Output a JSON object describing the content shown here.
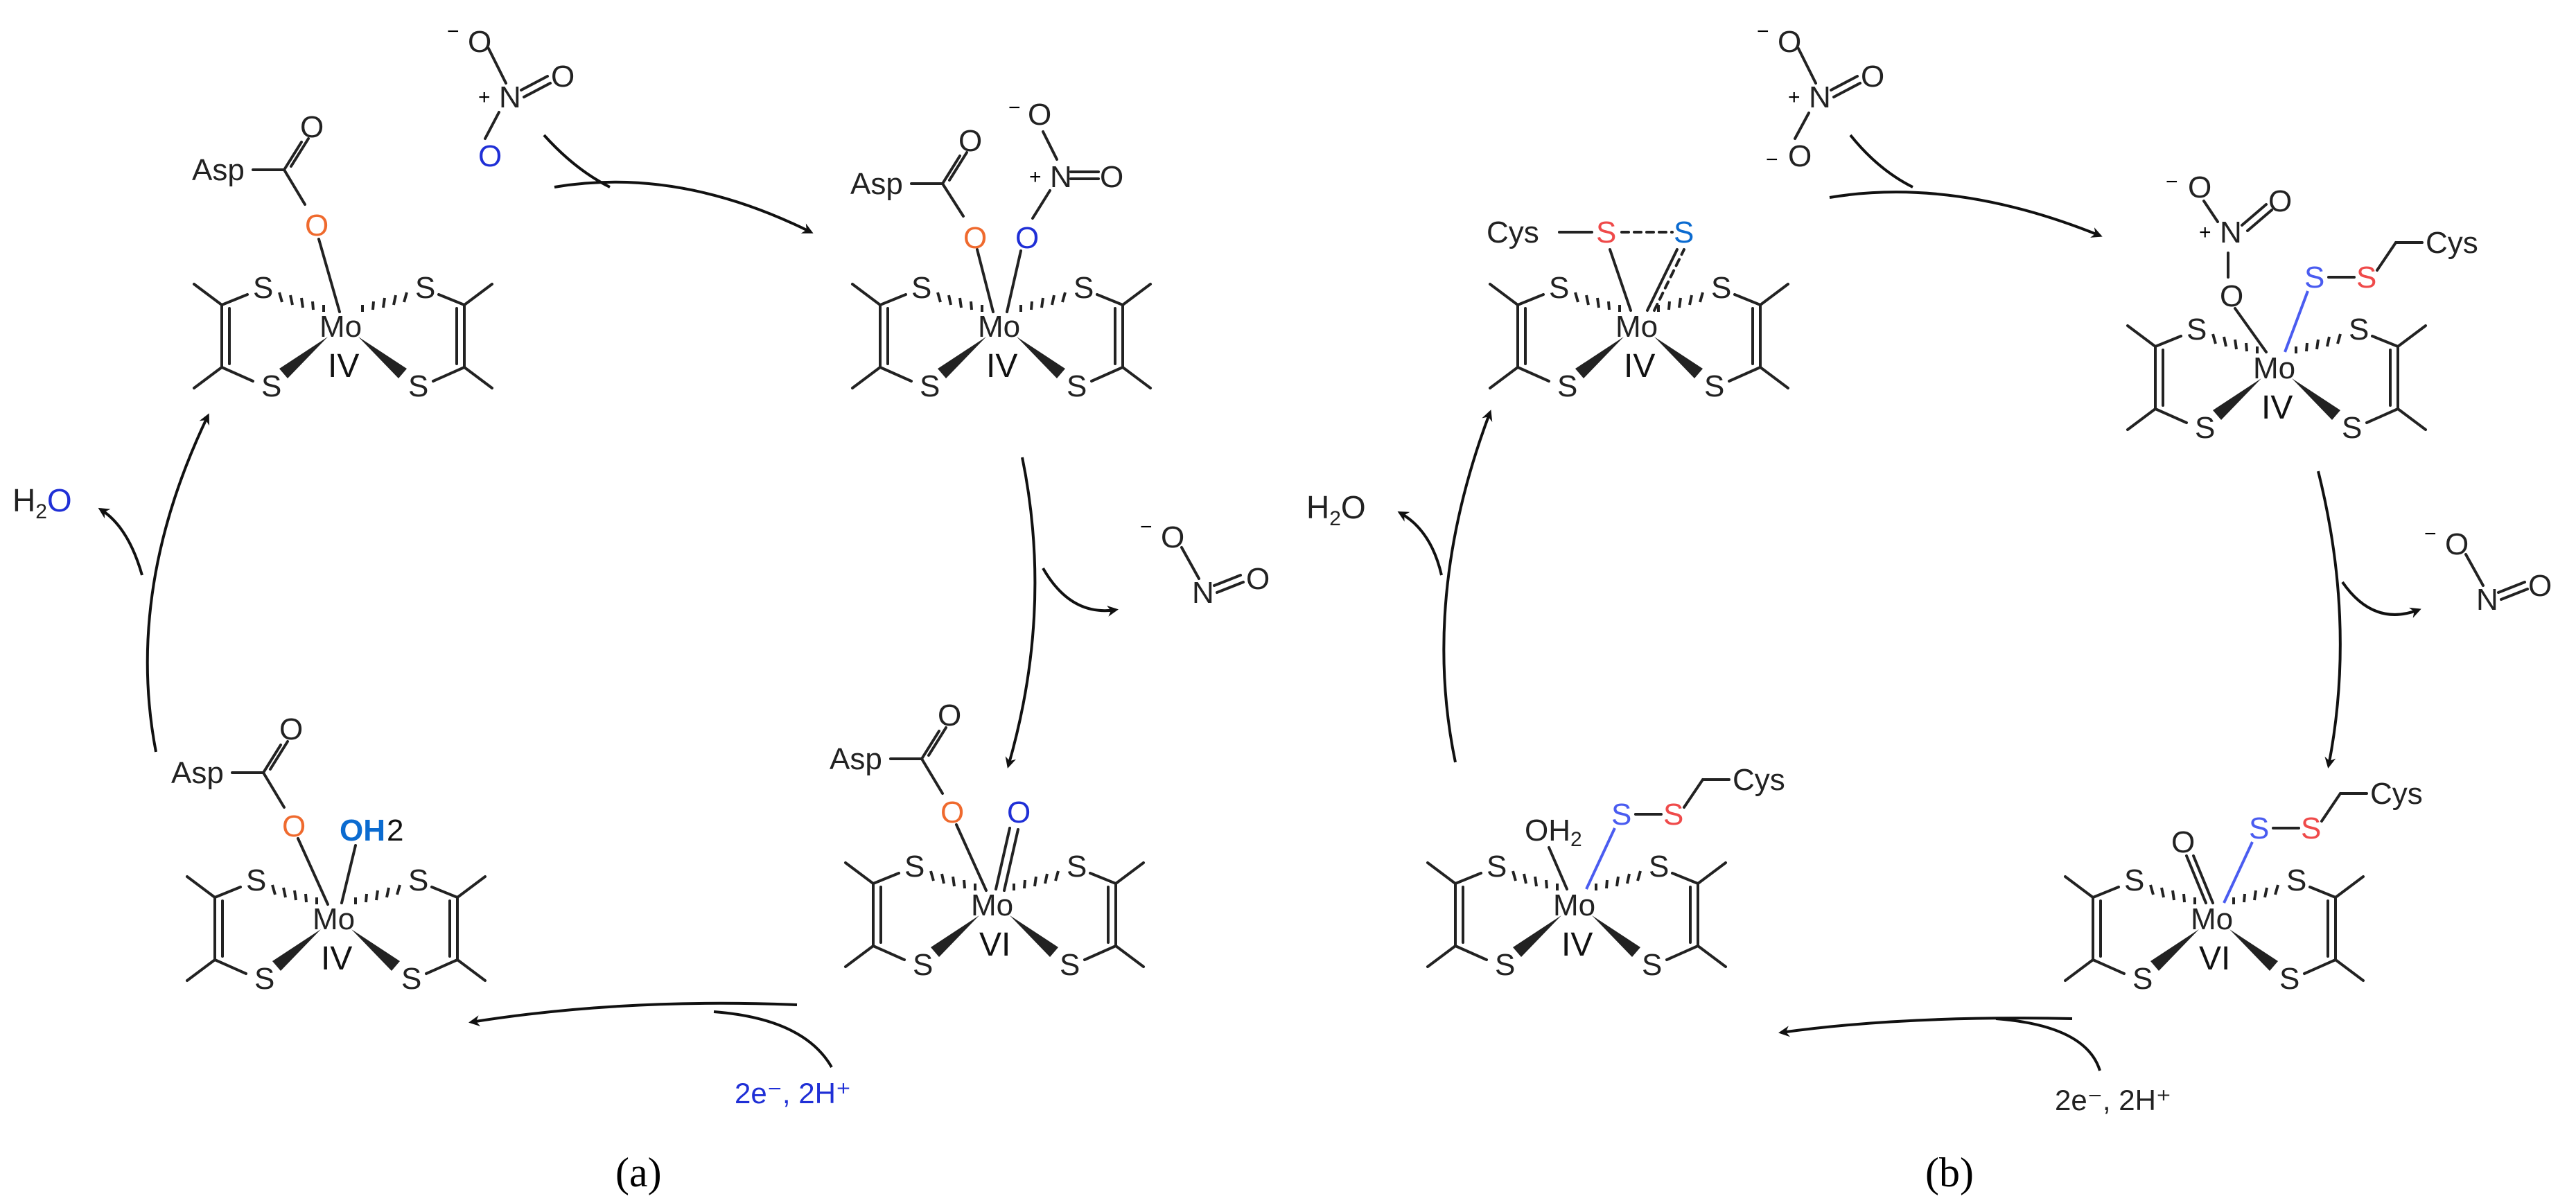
{
  "colors": {
    "bond": "#222222",
    "oxygen_orange": "#ef6a2e",
    "oxygen_blue": "#1f2fd6",
    "water_blue": "#0b6bd0",
    "sulfur_blue": "#4a5cf0",
    "sulfur_red": "#ef4a4a",
    "ox_label": "#111111"
  },
  "atoms": {
    "mo": "Mo",
    "s": "S",
    "o": "O",
    "n": "N",
    "asp": "Asp",
    "cys": "Cys",
    "oh2": "OH",
    "oh2_sub": "2",
    "minus": "−",
    "plus": "+"
  },
  "oxidation": {
    "iv": "IV",
    "vi": "VI"
  },
  "panel_a": {
    "caption": "(a)",
    "water": {
      "h": "H",
      "sub": "2",
      "o": "O"
    },
    "electrons": "2e⁻, 2H⁺"
  },
  "panel_b": {
    "caption": "(b)",
    "water": {
      "h": "H",
      "sub": "2",
      "o": "O"
    },
    "electrons": "2e⁻, 2H⁺"
  }
}
